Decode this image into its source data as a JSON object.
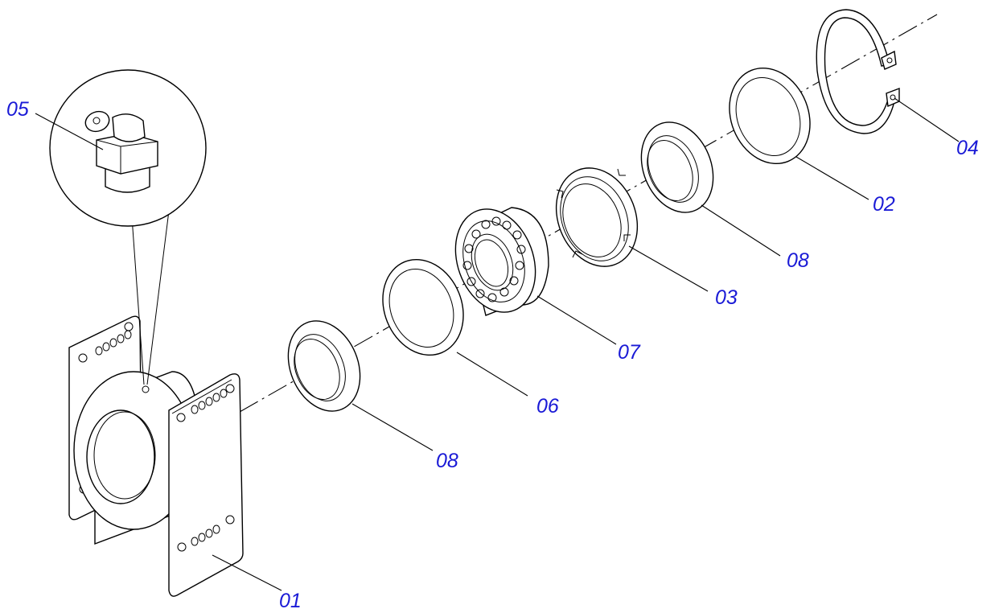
{
  "callouts": {
    "c01": "01",
    "c02": "02",
    "c03": "03",
    "c04": "04",
    "c05": "05",
    "c06": "06",
    "c07": "07",
    "c08a": "08",
    "c08b": "08"
  },
  "colors": {
    "callout": "#1a1ad6",
    "line": "#000000",
    "background": "#ffffff"
  }
}
